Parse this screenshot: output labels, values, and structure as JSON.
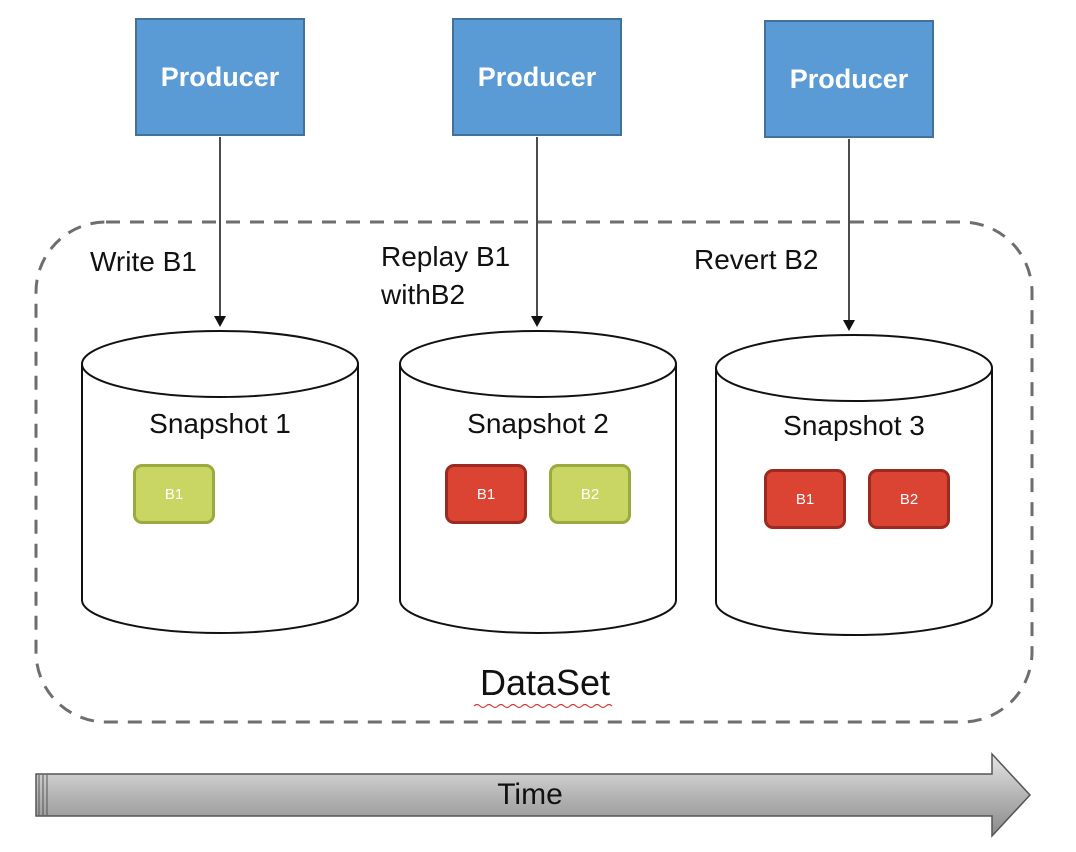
{
  "producers": [
    {
      "label": "Producer"
    },
    {
      "label": "Producer"
    },
    {
      "label": "Producer"
    }
  ],
  "operations": [
    {
      "label": "Write B1"
    },
    {
      "label_line1": "Replay B1",
      "label_line2": "withB2"
    },
    {
      "label": "Revert B2"
    }
  ],
  "snapshots": [
    {
      "label": "Snapshot 1",
      "blocks": [
        {
          "label": "B1",
          "state": "live"
        }
      ]
    },
    {
      "label": "Snapshot 2",
      "blocks": [
        {
          "label": "B1",
          "state": "replaced"
        },
        {
          "label": "B2",
          "state": "live"
        }
      ]
    },
    {
      "label": "Snapshot 3",
      "blocks": [
        {
          "label": "B1",
          "state": "replaced"
        },
        {
          "label": "B2",
          "state": "replaced"
        }
      ]
    }
  ],
  "dataset": {
    "label": "DataSet"
  },
  "timeline": {
    "label": "Time"
  },
  "colors": {
    "producer_fill": "#5b9bd5",
    "block_live": "#c9d663",
    "block_replaced": "#db4333"
  }
}
